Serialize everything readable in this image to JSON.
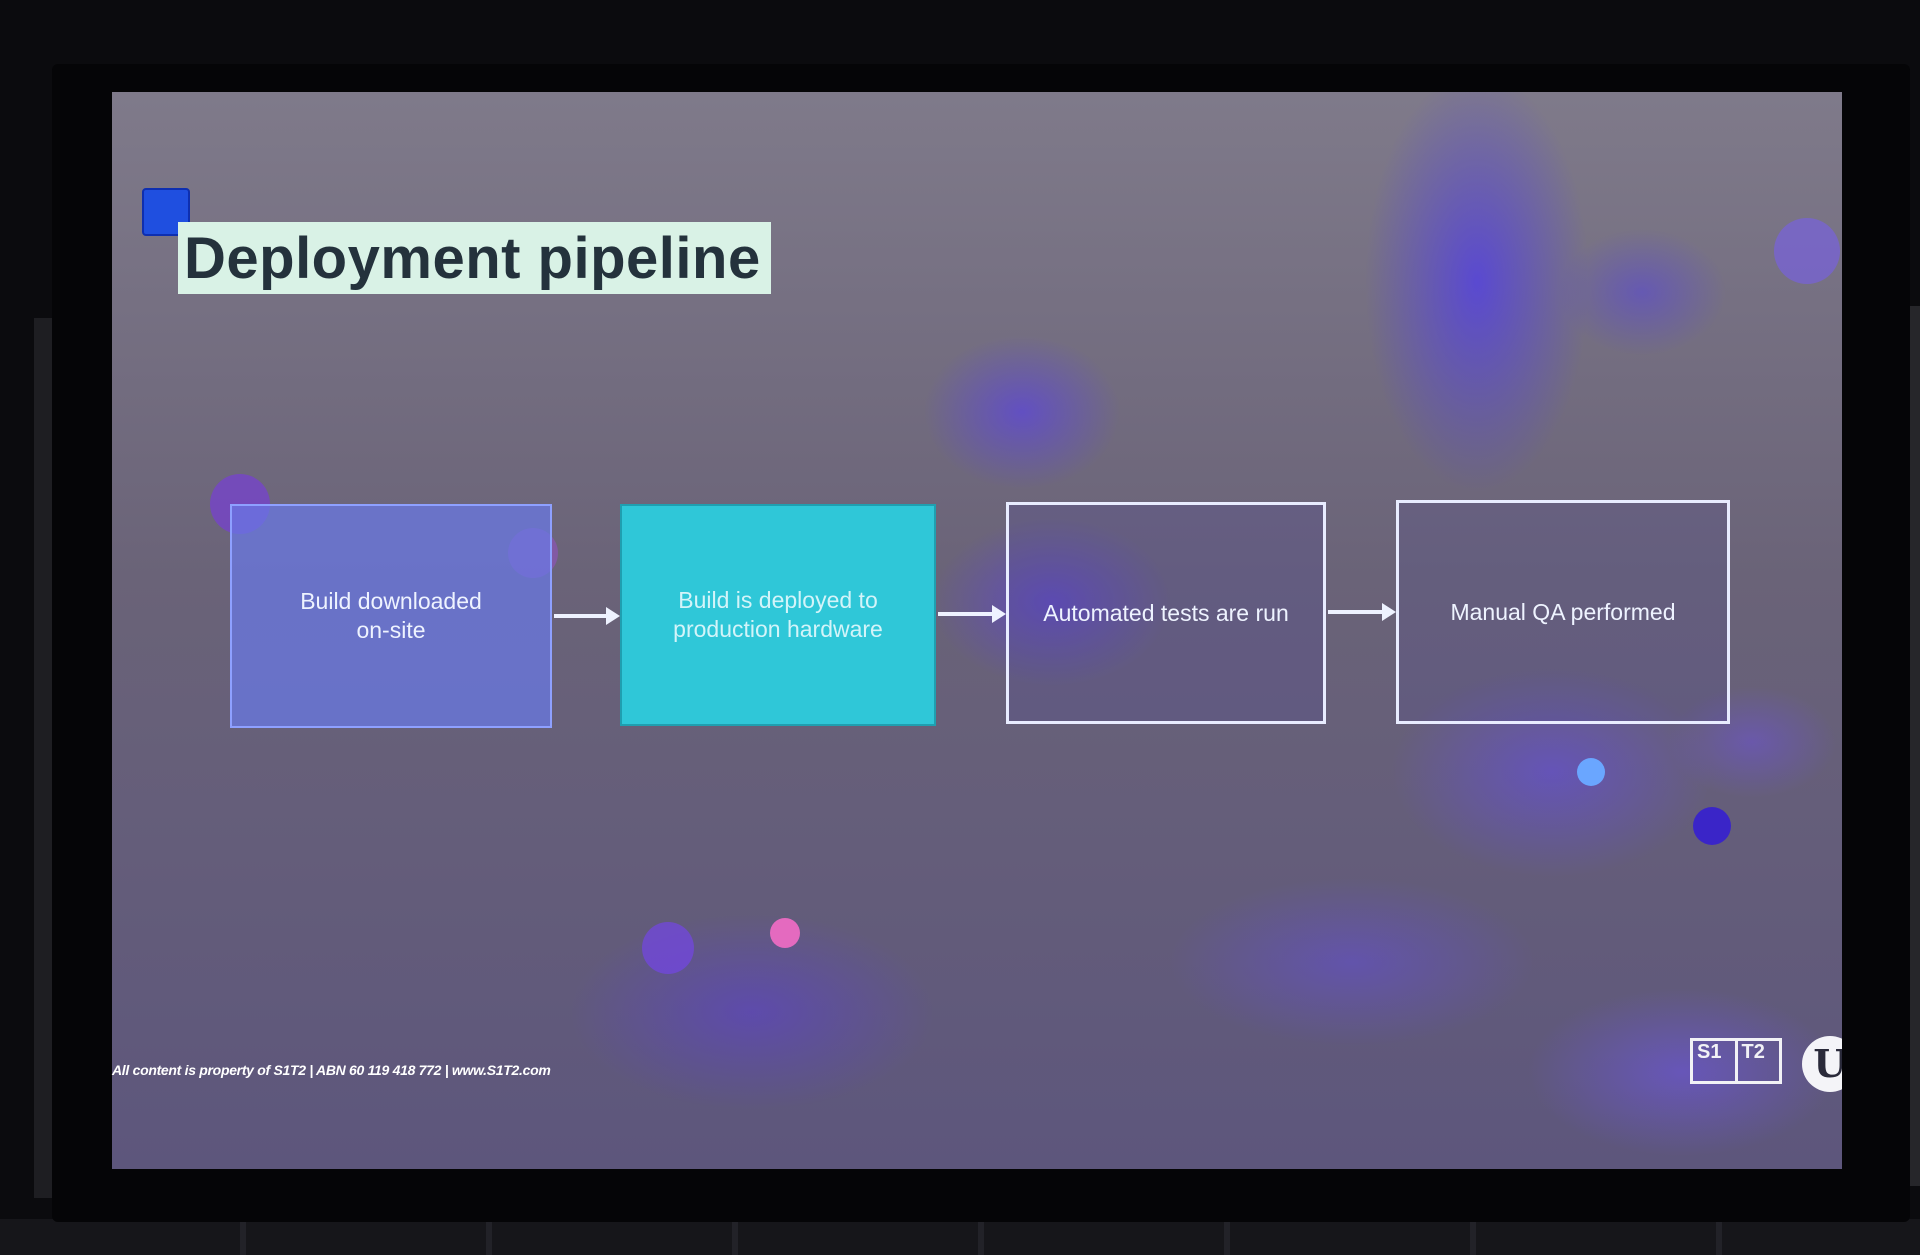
{
  "slide": {
    "title": "Deployment pipeline",
    "steps": [
      {
        "label": "Build downloaded\non-site"
      },
      {
        "label": "Build is deployed to\nproduction hardware"
      },
      {
        "label": "Automated tests are run"
      },
      {
        "label": "Manual QA performed"
      }
    ],
    "footer": "All content is property of S1T2 | ABN 60 119 418 772 | www.S1T2.com",
    "logo_s1t2": {
      "left": "S1",
      "right": "T2"
    },
    "logo_unreal": {
      "icon": "unreal-engine-logo",
      "mark": "U"
    }
  },
  "colors": {
    "title_box": "#d9f2e6",
    "title_square": "#1f4fe0",
    "step_1_fill": "#6a78e6",
    "step_2_fill": "#2fc7d8",
    "outline": "#e8ecff"
  }
}
